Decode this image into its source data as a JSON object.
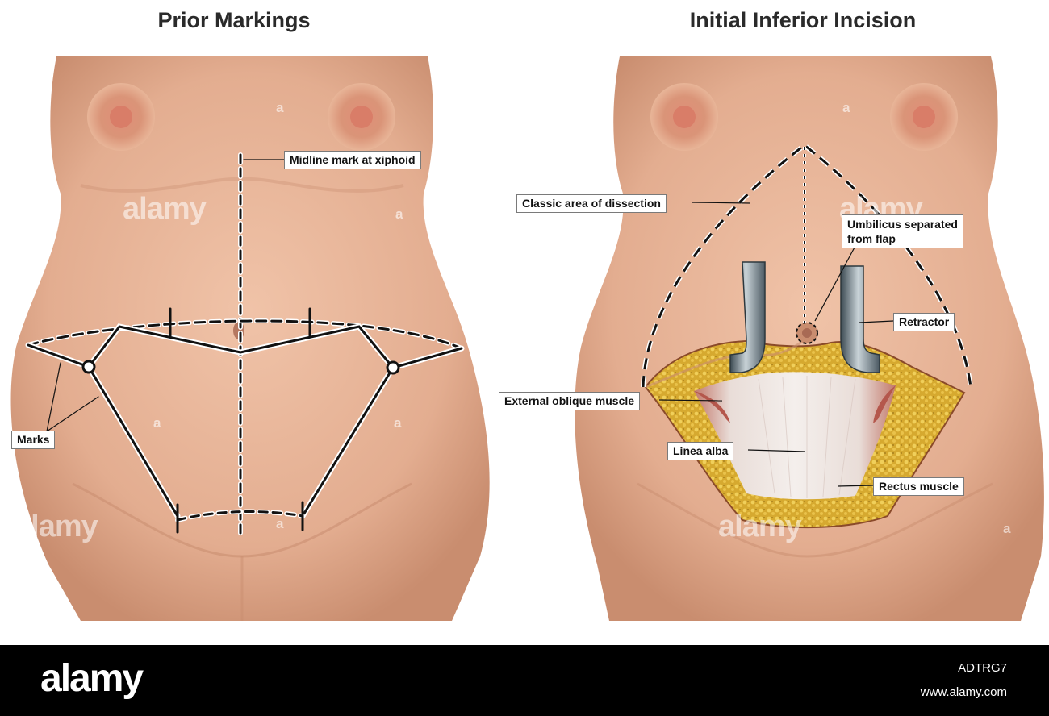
{
  "titles": {
    "left": "Prior Markings",
    "right": "Initial Inferior Incision"
  },
  "labels": {
    "midline": "Midline mark at xiphoid",
    "marks": "Marks",
    "classic_area": "Classic area of dissection",
    "umbilicus_line1": "Umbilicus separated",
    "umbilicus_line2": "from flap",
    "retractor": "Retractor",
    "external_oblique": "External oblique muscle",
    "linea_alba": "Linea alba",
    "rectus": "Rectus muscle"
  },
  "watermark": {
    "brand": "alamy",
    "letter": "a"
  },
  "footer": {
    "logo": "alamy",
    "image_id": "ADTRG7",
    "url": "www.alamy.com"
  },
  "colors": {
    "skin": "#e8b598",
    "skin_shadow": "#c98d6f",
    "areola": "#d98d73",
    "fat": "#d9b23a",
    "muscle": "#c97a6a",
    "fascia": "#e9e0dc",
    "retractor": "#7d8a92"
  }
}
